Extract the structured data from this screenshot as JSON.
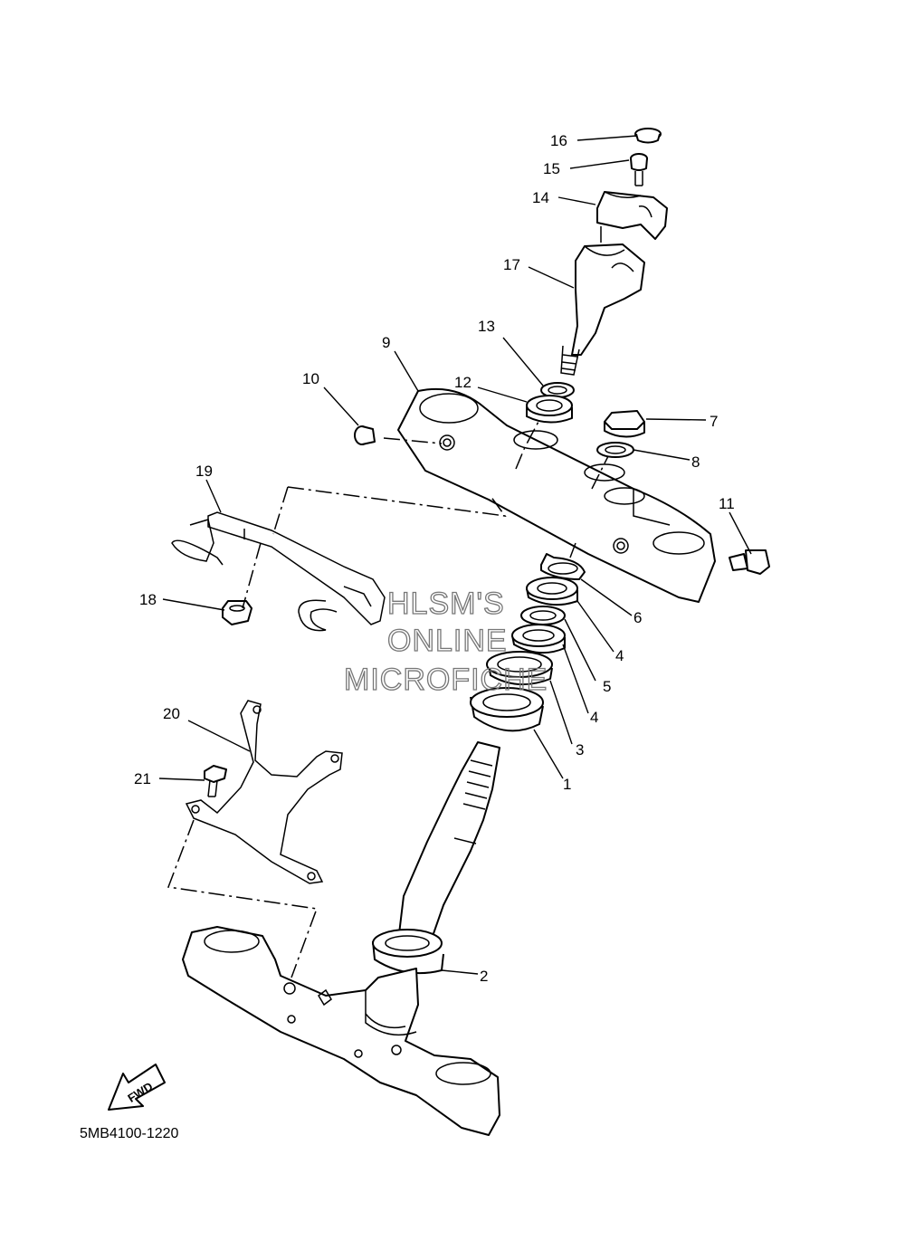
{
  "callouts": {
    "n1": "1",
    "n2": "2",
    "n3": "3",
    "n4a": "4",
    "n4b": "4",
    "n5": "5",
    "n6": "6",
    "n7": "7",
    "n8": "8",
    "n9": "9",
    "n10": "10",
    "n11": "11",
    "n12": "12",
    "n13": "13",
    "n14": "14",
    "n15": "15",
    "n16": "16",
    "n17": "17",
    "n18": "18",
    "n19": "19",
    "n20": "20",
    "n21": "21"
  },
  "watermark": {
    "line1": "HLSM'S",
    "line2": "ONLINE",
    "line3": "MICROFICHE"
  },
  "fwd_label": "FWD",
  "diagram_code": "5MB4100-1220"
}
